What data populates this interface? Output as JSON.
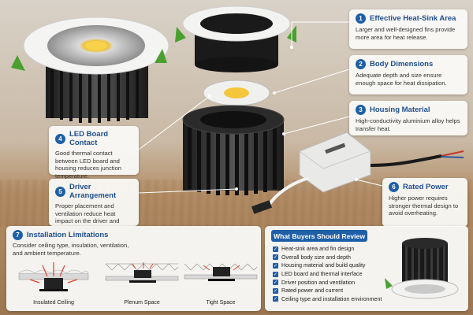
{
  "callouts": [
    {
      "num": "1",
      "title": "Effective Heat-Sink Area",
      "desc": "Larger and well-designed fins provide more area for heat release."
    },
    {
      "num": "2",
      "title": "Body Dimensions",
      "desc": "Adequate depth and size ensure enough space for heat dissipation."
    },
    {
      "num": "3",
      "title": "Housing Material",
      "desc": "High-conductivity aluminium alloy helps transfer heat."
    },
    {
      "num": "4",
      "title": "LED Board Contact",
      "desc": "Good thermal contact between LED board and housing reduces junction temperature."
    },
    {
      "num": "5",
      "title": "Driver Arrangement",
      "desc": "Proper placement and ventilation reduce heat impact on the driver and extend lifespan."
    },
    {
      "num": "6",
      "title": "Rated Power",
      "desc": "Higher power requires stronger thermal design to avoid overheating."
    }
  ],
  "installation": {
    "num": "7",
    "title": "Installation Limitations",
    "desc": "Consider ceiling type, insulation, ventilation, and ambient temperature.",
    "labels": [
      "Insulated Ceiling",
      "Plenum Space",
      "Tight Space"
    ]
  },
  "review": {
    "title": "What Buyers Should Review",
    "items": [
      "Heat-sink area and fin design",
      "Overall body size and depth",
      "Housing material and build quality",
      "LED board and thermal interface",
      "Driver position and ventilation",
      "Rated power and current",
      "Ceiling type and installation environment"
    ]
  },
  "colors": {
    "accent": "#1f5fa8",
    "heat_arrow": "#d9462b"
  }
}
